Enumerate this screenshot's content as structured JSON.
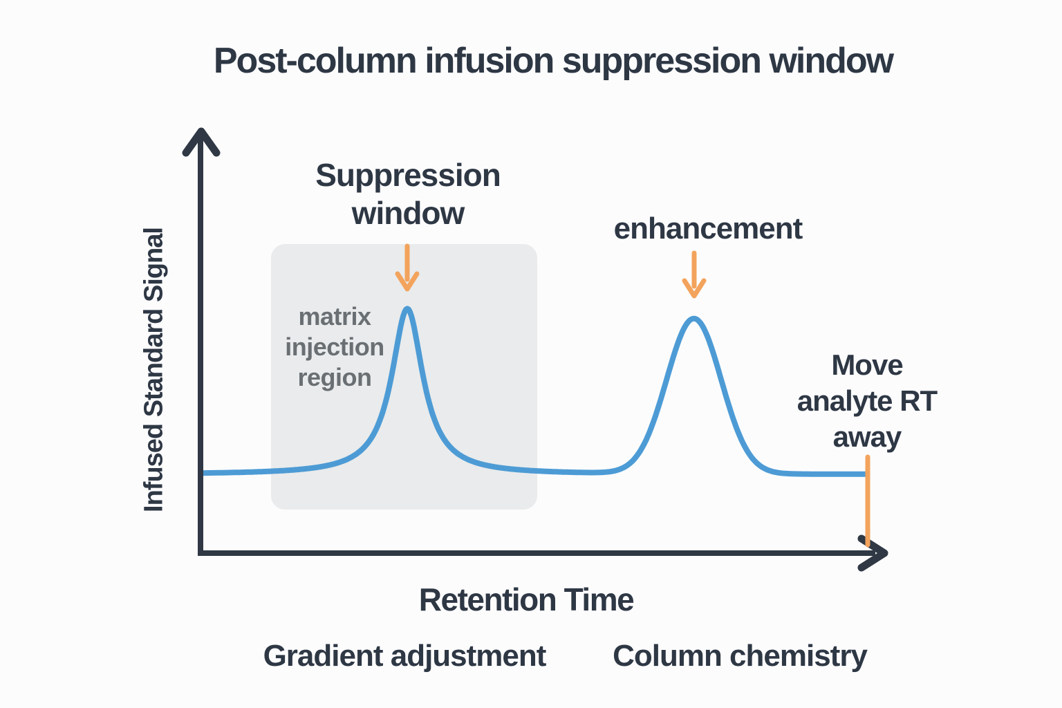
{
  "title": "Post-column infusion suppression window",
  "axes": {
    "y_label": "Infused Standard Signal",
    "x_label": "Retention Time"
  },
  "annotations": {
    "suppression_window": {
      "line1": "Suppression",
      "line2": "window"
    },
    "matrix_region": {
      "line1": "matrix",
      "line2": "injection",
      "line3": "region"
    },
    "enhancement": "enhancement",
    "move_analyte": {
      "line1": "Move",
      "line2": "analyte RT",
      "line3": "away"
    }
  },
  "footer": {
    "left": "Gradient adjustment",
    "right": "Column chemistry"
  },
  "colors": {
    "background": "#fcfcfd",
    "text_dark": "#2e3744",
    "text_gray": "#6a6f73",
    "region_fill": "#e9ebec",
    "curve_blue": "#4d9bd5",
    "accent_orange": "#f3a35c",
    "axis_dark": "#2f3844"
  },
  "chart_data": {
    "type": "line",
    "title": "Post-column infusion suppression window",
    "xlabel": "Retention Time",
    "ylabel": "Infused Standard Signal",
    "x_range": [
      0,
      1
    ],
    "y_range": [
      0,
      1
    ],
    "grid": false,
    "tick_labels": "none (conceptual unlabeled axes)",
    "legend": "none",
    "baseline_level": 0.185,
    "curve_end_x": 0.975,
    "series": [
      {
        "name": "Infused standard signal",
        "color": "#4d9bd5",
        "description": "flat baseline with a narrow suppression peak at RT 0.30 and a broader enhancement peak at RT 0.72"
      }
    ],
    "peaks": [
      {
        "label": "Suppression window",
        "shape": "lorentzian",
        "center": 0.3,
        "amplitude": 0.39,
        "width": 0.028,
        "annotation_color": "#f3a35c"
      },
      {
        "label": "enhancement",
        "shape": "gaussian",
        "center": 0.72,
        "amplitude": 0.365,
        "width": 0.04,
        "annotation_color": "#f3a35c"
      }
    ],
    "regions": [
      {
        "label": "matrix injection region",
        "x0": 0.1,
        "x1": 0.49,
        "fill": "#e9ebec"
      }
    ],
    "markers": [
      {
        "label": "Move analyte RT away",
        "type": "vertical_line",
        "x": 0.975,
        "color": "#f3a35c"
      }
    ]
  }
}
